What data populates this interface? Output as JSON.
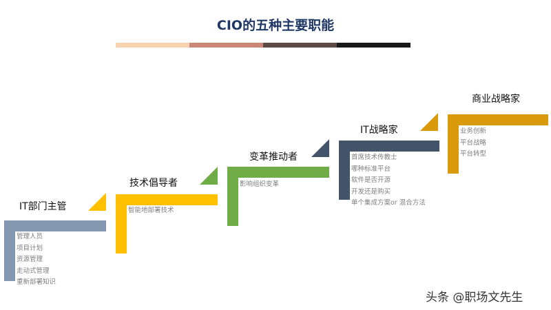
{
  "title": "CIO的五种主要职能",
  "title_bar_colors": [
    "#f8d3b0",
    "#c98777",
    "#5b4a45",
    "#1a1a1a"
  ],
  "steps": [
    {
      "title": "IT部门主管",
      "color": "#8497b0",
      "items": [
        "管理人员",
        "项目计划",
        "资源管理",
        "走动式管理",
        "重新部署知识"
      ]
    },
    {
      "title": "技术倡导者",
      "color": "#ffc000",
      "items": [
        "智能地部署技术"
      ]
    },
    {
      "title": "变革推动者",
      "color": "#70ad47",
      "items": [
        "影响组织变革"
      ]
    },
    {
      "title": "IT战略家",
      "color": "#44546a",
      "items": [
        "首席技术传教士",
        "哪种标准平台",
        "软件是否开源",
        "开发还是购买",
        "单个集成方案or 混合方法"
      ]
    },
    {
      "title": "商业战略家",
      "color": "#d99a0b",
      "items": [
        "业务创新",
        "平台战略",
        "平台转型"
      ]
    }
  ],
  "watermark": "头条 @职场文先生"
}
